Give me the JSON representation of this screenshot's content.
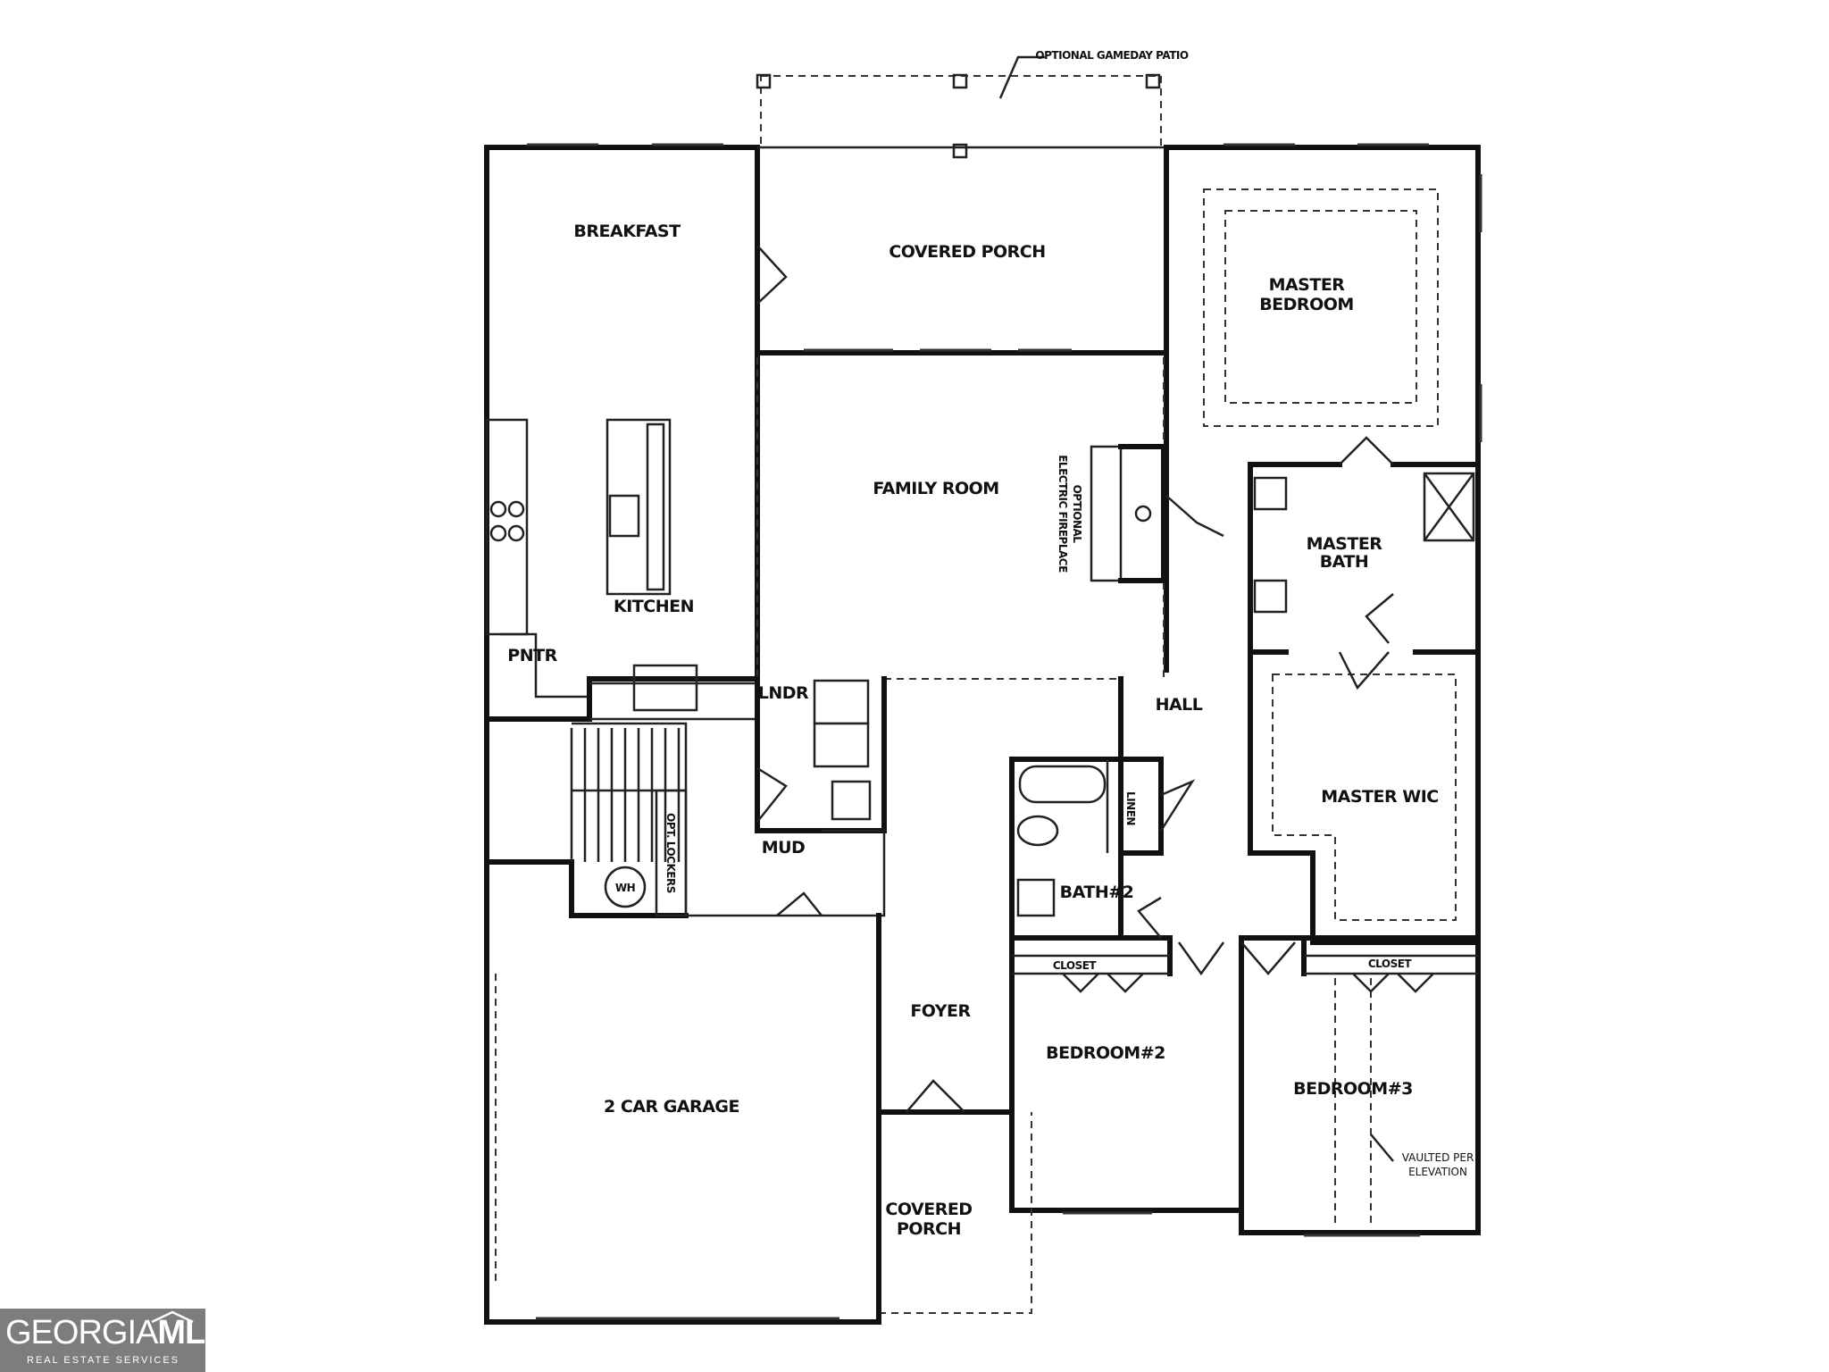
{
  "floor_plan": {
    "rooms": {
      "breakfast": "BREAKFAST",
      "covered_porch_rear": "COVERED PORCH",
      "master_bedroom": [
        "MASTER",
        "BEDROOM"
      ],
      "family_room": "FAMILY ROOM",
      "kitchen": "KITCHEN",
      "pantry": "PNTR",
      "laundry": "LNDR",
      "mud": "MUD",
      "hall": "HALL",
      "master_bath": [
        "MASTER",
        "BATH"
      ],
      "master_wic": "MASTER WIC",
      "bath_2": "BATH#2",
      "foyer": "FOYER",
      "bedroom_2": "BEDROOM#2",
      "bedroom_3": "BEDROOM#3",
      "garage": "2 CAR GARAGE",
      "covered_porch_front": [
        "COVERED",
        "PORCH"
      ],
      "closet_bed2": "CLOSET",
      "closet_bed3": "CLOSET",
      "linen": "LINEN",
      "water_heater": "WH",
      "lockers": "OPT. LOCKERS"
    },
    "notes": {
      "gameday_patio": "OPTIONAL GAMEDAY PATIO",
      "fireplace": [
        "OPTIONAL",
        "ELECTRIC FIREPLACE"
      ],
      "vaulted": [
        "VAULTED PER",
        "ELEVATION"
      ]
    }
  },
  "logo": {
    "main_a": "GEORGIA",
    "main_b": "MLS",
    "sub": "REAL ESTATE SERVICES"
  }
}
